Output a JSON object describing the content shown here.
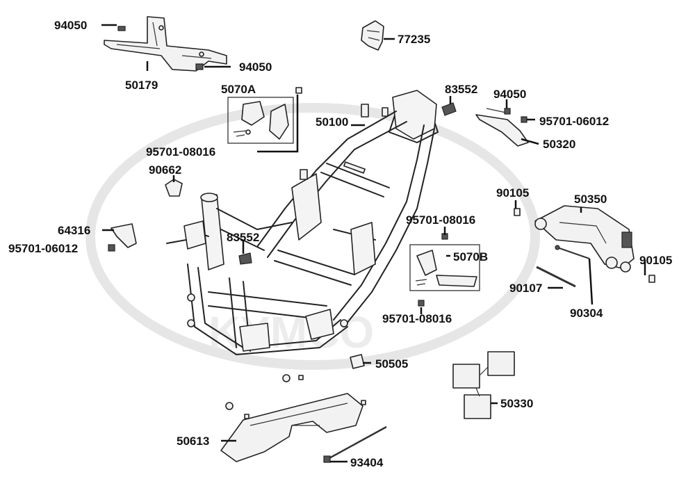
{
  "diagram": {
    "watermark_text": "KYMCO",
    "labels": {
      "frame_50100": "50100",
      "screw_94050_a": "94050",
      "bracket_50179": "50179",
      "screw_94050_b": "94050",
      "hook_77235": "77235",
      "assy_5070A": "5070A",
      "bolt_95701_08016_a": "95701-08016",
      "clamp_90662": "90662",
      "rubber_83552_top": "83552",
      "screw_94050_c": "94050",
      "bolt_95701_06012_r": "95701-06012",
      "bracket_50320": "50320",
      "bracket_64316": "64316",
      "bolt_95701_06012_l": "95701-06012",
      "rubber_83552_mid": "83552",
      "bolt_90105_top": "90105",
      "hanger_50350": "50350",
      "bolt_95701_08016_b": "95701-08016",
      "assy_5070B": "5070B",
      "bolt_90105_right": "90105",
      "shaft_90107": "90107",
      "bolt_95701_08016_c": "95701-08016",
      "bolt_90304": "90304",
      "damper_50505": "50505",
      "pads_50330": "50330",
      "cover_50613": "50613",
      "bolt_93404": "93404"
    }
  }
}
